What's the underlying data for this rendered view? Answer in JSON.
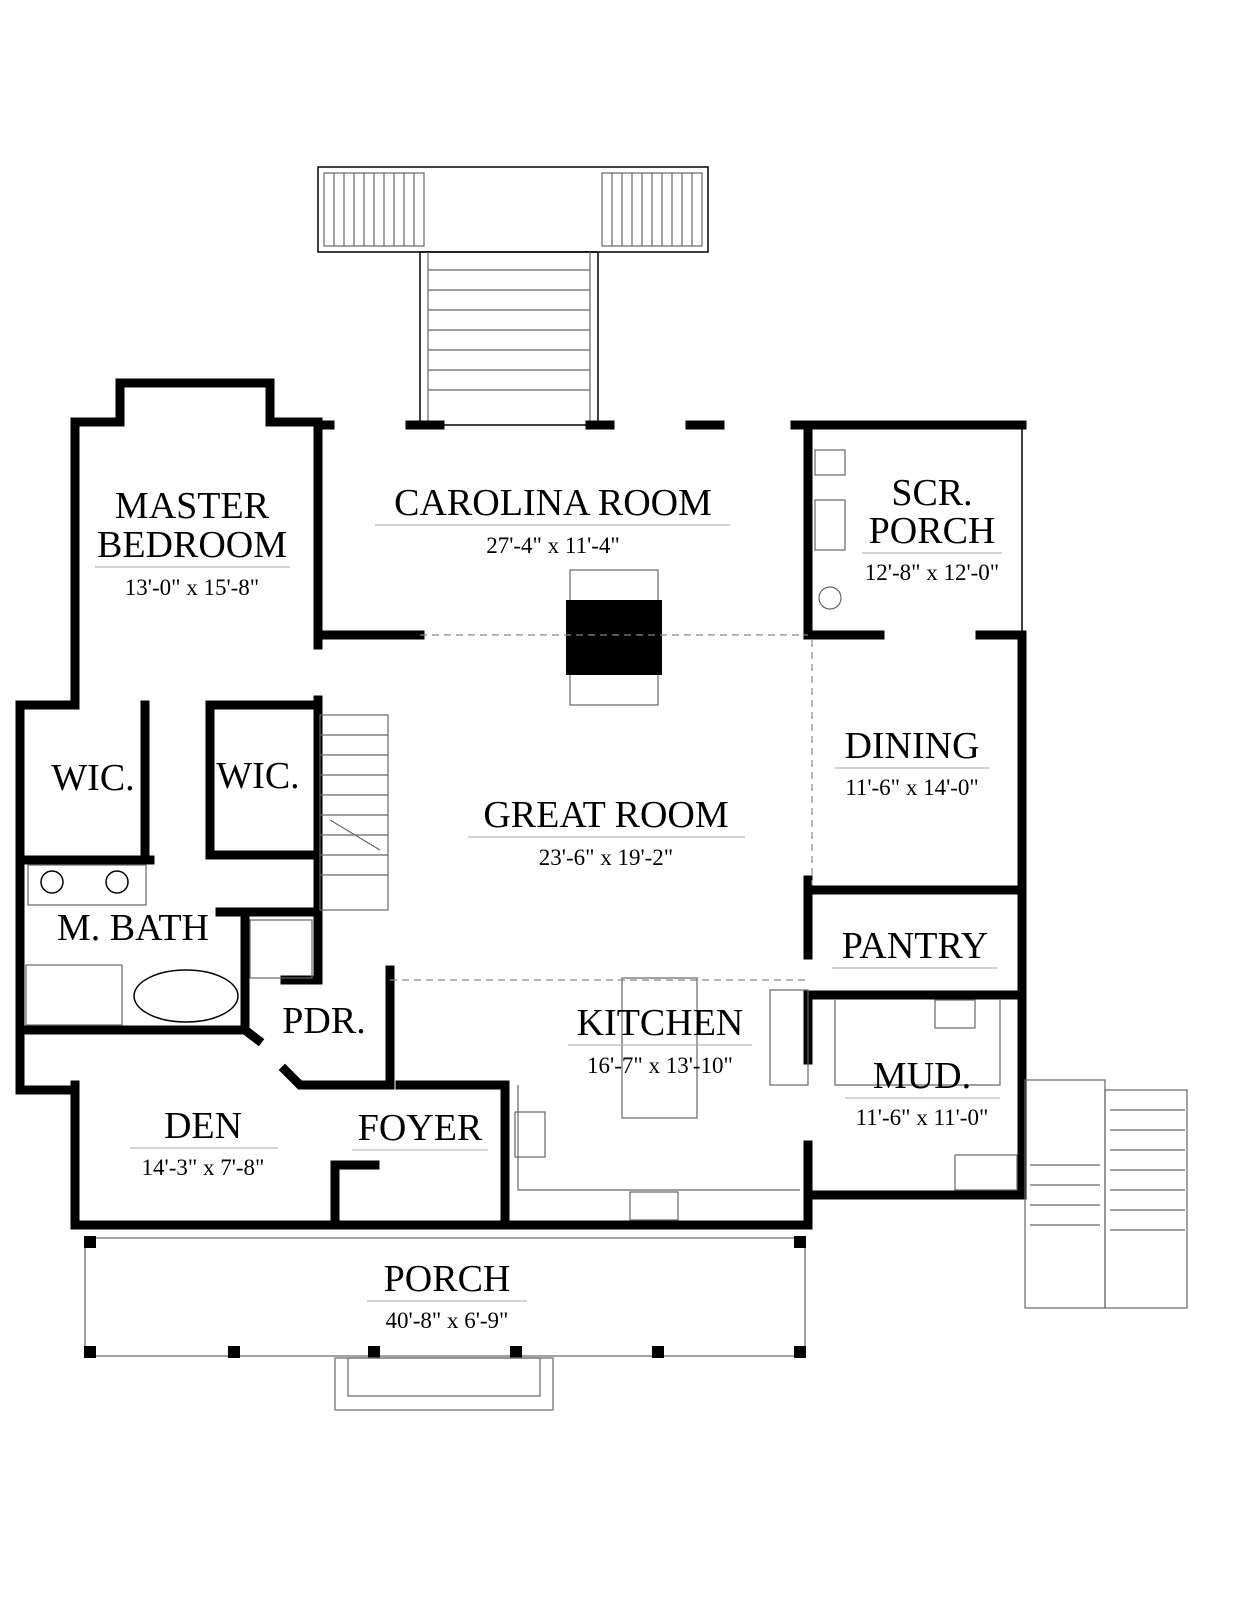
{
  "plan": {
    "rooms": {
      "master_bedroom": {
        "name_line1": "MASTER",
        "name_line2": "BEDROOM",
        "dims": "13'-0\" x 15'-8\""
      },
      "carolina_room": {
        "name": "CAROLINA ROOM",
        "dims": "27'-4\" x 11'-4\""
      },
      "scr_porch": {
        "name_line1": "SCR.",
        "name_line2": "PORCH",
        "dims": "12'-8\" x 12'-0\""
      },
      "dining": {
        "name": "DINING",
        "dims": "11'-6\" x 14'-0\""
      },
      "great_room": {
        "name": "GREAT ROOM",
        "dims": "23'-6\" x 19'-2\""
      },
      "wic_left": {
        "name": "WIC."
      },
      "wic_right": {
        "name": "WIC."
      },
      "m_bath": {
        "name": "M. BATH"
      },
      "pantry": {
        "name": "PANTRY"
      },
      "kitchen": {
        "name": "KITCHEN",
        "dims": "16'-7\" x 13'-10\""
      },
      "pdr": {
        "name": "PDR."
      },
      "mud": {
        "name": "MUD.",
        "dims": "11'-6\" x 11'-0\""
      },
      "den": {
        "name": "DEN",
        "dims": "14'-3\" x 7'-8\""
      },
      "foyer": {
        "name": "FOYER"
      },
      "porch": {
        "name": "PORCH",
        "dims": "40'-8\" x 6'-9\""
      }
    }
  }
}
